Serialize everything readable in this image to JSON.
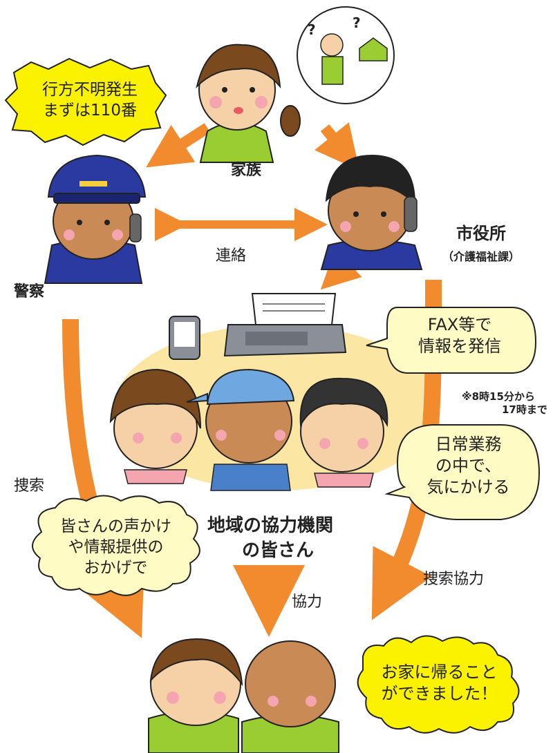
{
  "nodes": {
    "family": "家族",
    "police": "警察",
    "city_hall": "市役所",
    "city_hall_dept": "（介護福祉課）",
    "partners_line1": "地域の協力機関",
    "partners_line2": "の皆さん"
  },
  "edges": {
    "liaison": "連絡",
    "search": "捜索",
    "search_cooperation": "捜索協力",
    "cooperation": "協力"
  },
  "bubbles": {
    "missing_report": [
      "行方不明発生",
      "まずは110番"
    ],
    "fax_send": [
      "FAX等で",
      "情報を発信"
    ],
    "daily_work": [
      "日常業務",
      "の中で、",
      "気にかける"
    ],
    "thanks_voice": [
      "皆さんの声かけ",
      "や情報提供の",
      "おかげで"
    ],
    "returned_home": [
      "お家に帰ること",
      "ができました！"
    ]
  },
  "notes": {
    "hours_line1": "※8時15分から",
    "hours_line2": "17時まで"
  },
  "colors": {
    "arrow": "#f28a2e",
    "yellow_bubble": "#fbf200",
    "cream_bubble": "#fffbc4",
    "partners_area": "#fce6a4"
  }
}
